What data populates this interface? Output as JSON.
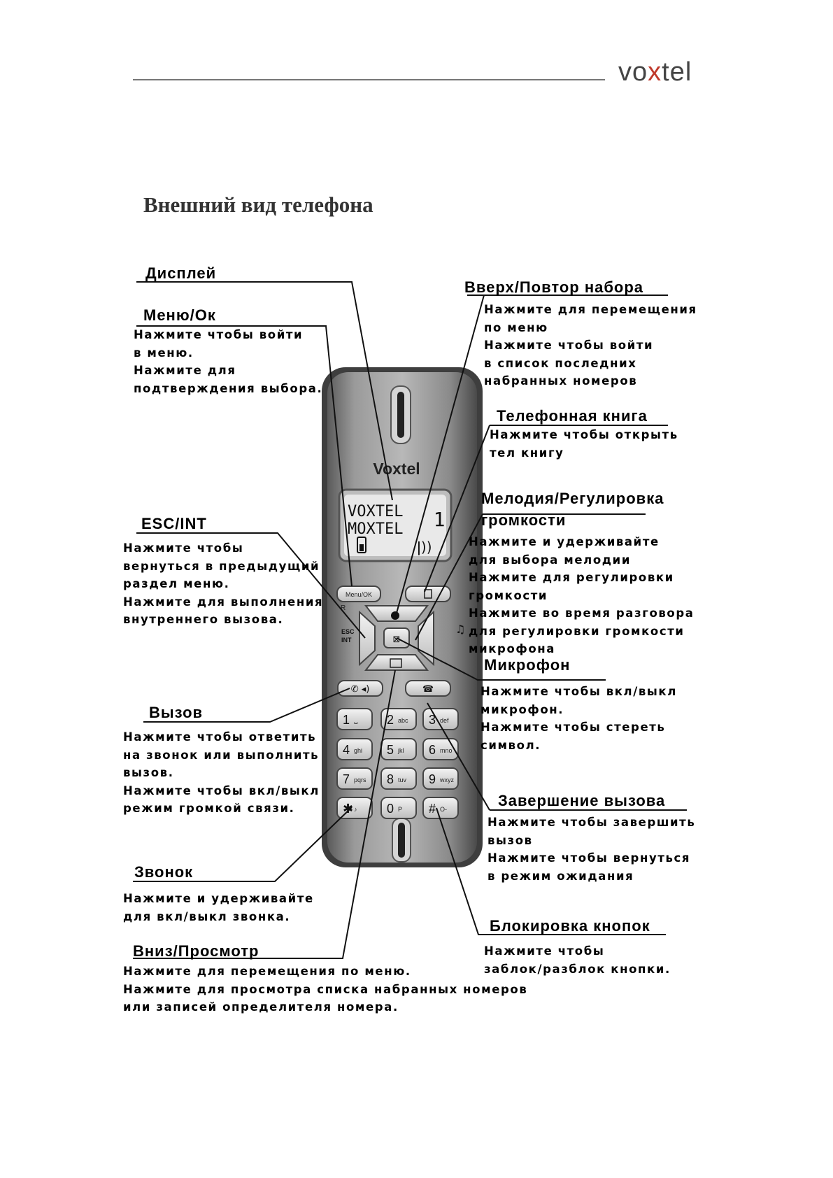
{
  "header": {
    "logo_text_a": "vo",
    "logo_text_x": "x",
    "logo_text_b": "tel"
  },
  "page_title": "Внешний вид телефона",
  "phone": {
    "brand": "Voxtel",
    "display_line1": "VOXTEL",
    "display_line2": "MOXTEL",
    "display_digit": "1",
    "menu_key": "Menu/OK",
    "r_label": "R",
    "esc_label": "ESC",
    "int_label": "INT",
    "keys": [
      {
        "main": "1",
        "sub": "␣"
      },
      {
        "main": "2",
        "sub": "abc"
      },
      {
        "main": "3",
        "sub": "def"
      },
      {
        "main": "4",
        "sub": "ghi"
      },
      {
        "main": "5",
        "sub": "jkl"
      },
      {
        "main": "6",
        "sub": "mno"
      },
      {
        "main": "7",
        "sub": "pqrs"
      },
      {
        "main": "8",
        "sub": "tuv"
      },
      {
        "main": "9",
        "sub": "wxyz"
      },
      {
        "main": "✱",
        "sub": "♪"
      },
      {
        "main": "0",
        "sub": "P"
      },
      {
        "main": "#",
        "sub": "O-"
      }
    ]
  },
  "callouts": {
    "display": {
      "title": "Дисплей"
    },
    "menu_ok": {
      "title": "Меню/Ок",
      "lines": [
        "Нажмите чтобы войти",
        "в меню.",
        "Нажмите для",
        "подтверждения выбора."
      ]
    },
    "esc_int": {
      "title": "ESC/INT",
      "lines": [
        "Нажмите чтобы",
        "вернуться в предыдущий",
        "раздел меню.",
        "Нажмите для выполнения",
        "внутреннего вызова."
      ]
    },
    "call": {
      "title": "Вызов",
      "lines": [
        "Нажмите чтобы ответить",
        "на звонок или выполнить",
        "вызов.",
        "Нажмите чтобы вкл/выкл",
        "режим громкой связи."
      ]
    },
    "ringer": {
      "title": "Звонок",
      "lines": [
        "Нажмите и удерживайте",
        "для вкл/выкл звонка."
      ]
    },
    "down": {
      "title": "Вниз/Просмотр",
      "lines": [
        "Нажмите для перемещения по меню.",
        "Нажмите для просмотра списка набранных номеров",
        "или записей определителя номера."
      ]
    },
    "up": {
      "title": "Вверх/Повтор набора",
      "lines": [
        "Нажмите для перемещения",
        "по меню",
        "Нажмите чтобы войти",
        "в список последних",
        "набранных номеров"
      ]
    },
    "phonebook": {
      "title": "Телефонная книга",
      "lines": [
        "Нажмите чтобы открыть",
        "тел книгу"
      ]
    },
    "melody": {
      "title_line1": "Мелодия/Регулировка",
      "title_line2": "громкости",
      "lines": [
        "Нажмите и удерживайте",
        "для выбора мелодии",
        "Нажмите для регулировки",
        "громкости",
        "Нажмите во время разговора",
        "для регулировки громкости",
        "микрофона"
      ]
    },
    "mic": {
      "title": "Микрофон",
      "lines": [
        "Нажмите чтобы вкл/выкл",
        "микрофон.",
        "Нажмите чтобы стереть",
        "символ."
      ]
    },
    "end_call": {
      "title": "Завершение вызова",
      "lines": [
        "Нажмите чтобы завершить",
        "вызов",
        "Нажмите чтобы вернуться",
        "в режим ожидания"
      ]
    },
    "keylock": {
      "title": "Блокировка кнопок",
      "lines": [
        "Нажмите чтобы",
        "заблок/разблок кнопки."
      ]
    }
  }
}
